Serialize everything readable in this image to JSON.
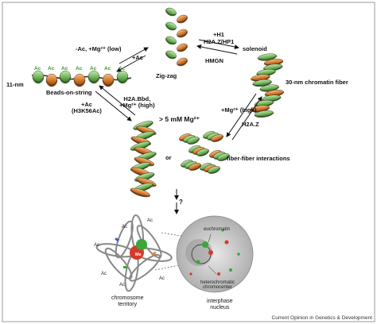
{
  "labels": {
    "eleven_nm": "11-nm",
    "beads": "Beads-on-string",
    "zigzag": "Zig-zag",
    "solenoid": "solenoid",
    "fiber30": "30-nm chromatin fiber",
    "mg5": "> 5 mM Mg²⁺",
    "or": "or",
    "fiber_fiber": "fiber-fiber interactions",
    "question": "?",
    "euchromatin": "euchromatin",
    "heterochromatic": "heterochromatic\nchromocenter",
    "interphase": "interphase\nnucleus",
    "territory": "chromosome\nterritory",
    "me": "Me"
  },
  "arrows": {
    "beads_to_zig_a": "-Ac, +Mg²⁺ (low)",
    "beads_to_zig_b": "+Ac",
    "zig_to_sol_a": "+H1",
    "zig_to_sol_b": "H2A.Z/HP1",
    "zig_to_sol_c": "HMGN",
    "beads_to_compact_a": "+Ac\n(H3K56Ac)",
    "beads_to_compact_b": "H2A.Bbd,\n+Mg²⁺ (high)",
    "sol_to_fiber_a": "+Mg²⁺ (high)",
    "sol_to_fiber_b": "H2A.Z"
  },
  "ac_marks": [
    "Ac",
    "Ac",
    "Ac",
    "Ac",
    "Ac",
    "Ac",
    "Ac"
  ],
  "territory_ac": [
    "Ac",
    "Ac",
    "Ac",
    "Ac",
    "Ac",
    "Ac"
  ],
  "caption": "Current Opinion in Genetics & Development",
  "colors": {
    "nucleosome_green": "#7cc47a",
    "nucleosome_orange": "#e08a3a",
    "linker_dark": "#3a2a1a",
    "ac_green": "#2e9a2e",
    "me_red": "#d43a2a"
  }
}
